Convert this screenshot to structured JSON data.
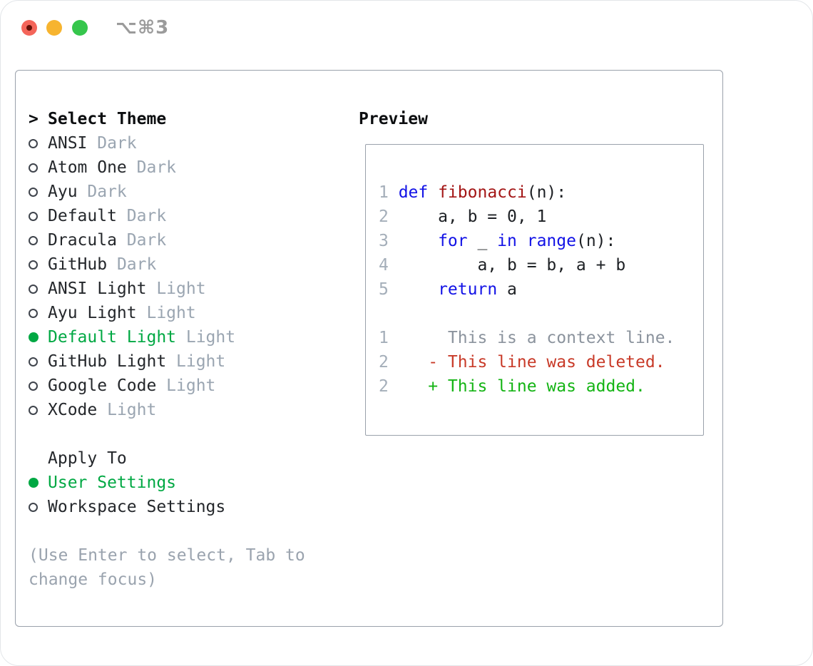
{
  "window": {
    "shortcut": "⌥⌘3",
    "traffic_lights": [
      {
        "name": "close",
        "color": "#f4655a",
        "dot_color": "#641007"
      },
      {
        "name": "minimize",
        "color": "#f7b42f"
      },
      {
        "name": "zoom",
        "color": "#36c64c"
      }
    ]
  },
  "panel": {
    "header": {
      "prompt": ">",
      "title": "Select Theme"
    },
    "themes": [
      {
        "name": "ANSI",
        "tag": "Dark",
        "selected": false
      },
      {
        "name": "Atom One",
        "tag": "Dark",
        "selected": false
      },
      {
        "name": "Ayu",
        "tag": "Dark",
        "selected": false
      },
      {
        "name": "Default",
        "tag": "Dark",
        "selected": false
      },
      {
        "name": "Dracula",
        "tag": "Dark",
        "selected": false
      },
      {
        "name": "GitHub",
        "tag": "Dark",
        "selected": false
      },
      {
        "name": "ANSI Light",
        "tag": "Light",
        "selected": false
      },
      {
        "name": "Ayu Light",
        "tag": "Light",
        "selected": false
      },
      {
        "name": "Default Light",
        "tag": "Light",
        "selected": true
      },
      {
        "name": "GitHub Light",
        "tag": "Light",
        "selected": false
      },
      {
        "name": "Google Code",
        "tag": "Light",
        "selected": false
      },
      {
        "name": "XCode",
        "tag": "Light",
        "selected": false
      }
    ],
    "apply_to": {
      "title": "Apply To",
      "options": [
        {
          "name": "User Settings",
          "selected": true
        },
        {
          "name": "Workspace Settings",
          "selected": false
        }
      ]
    },
    "hint": "(Use Enter to select, Tab to change focus)"
  },
  "preview": {
    "title": "Preview",
    "lines": [
      {
        "num": "1",
        "tokens": [
          {
            "text": "def",
            "color": "keyword"
          },
          {
            "text": " ",
            "color": "plain"
          },
          {
            "text": "fibonacci",
            "color": "function"
          },
          {
            "text": "(n):",
            "color": "plain"
          }
        ]
      },
      {
        "num": "2",
        "tokens": [
          {
            "text": "    a, b = 0, 1",
            "color": "plain"
          }
        ]
      },
      {
        "num": "3",
        "tokens": [
          {
            "text": "    ",
            "color": "plain"
          },
          {
            "text": "for",
            "color": "keyword"
          },
          {
            "text": " _ ",
            "color": "plain"
          },
          {
            "text": "in",
            "color": "keyword"
          },
          {
            "text": " ",
            "color": "plain"
          },
          {
            "text": "range",
            "color": "keyword"
          },
          {
            "text": "(n):",
            "color": "plain"
          }
        ]
      },
      {
        "num": "4",
        "tokens": [
          {
            "text": "        a, b = b, a + b",
            "color": "plain"
          }
        ]
      },
      {
        "num": "5",
        "tokens": [
          {
            "text": "    ",
            "color": "plain"
          },
          {
            "text": "return",
            "color": "keyword"
          },
          {
            "text": " a",
            "color": "plain"
          }
        ]
      },
      {
        "num": "",
        "tokens": []
      },
      {
        "num": "1",
        "tokens": [
          {
            "text": "     This is a context line.",
            "color": "context"
          }
        ]
      },
      {
        "num": "2",
        "tokens": [
          {
            "text": "   - This line was deleted.",
            "color": "deleted"
          }
        ]
      },
      {
        "num": "2",
        "tokens": [
          {
            "text": "   + This line was added.",
            "color": "added"
          }
        ]
      }
    ]
  },
  "colors": {
    "selection_green": "#00a843",
    "keyword_blue": "#1212e6",
    "function_red": "#a31515",
    "deleted_red": "#c83a28",
    "added_green": "#14b414",
    "muted_gray": "#9aa5b1",
    "line_number_gray": "#a4aeb9",
    "border_gray": "#9aa1ab"
  }
}
